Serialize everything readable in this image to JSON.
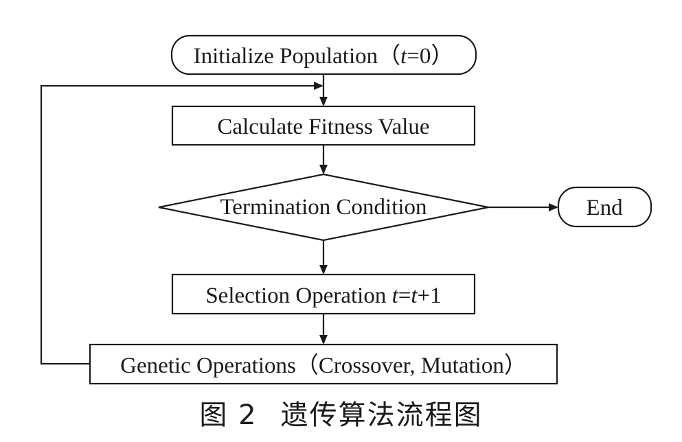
{
  "nodes": {
    "init": {
      "label": "Initialize Population（",
      "var": "t",
      "eq": "=",
      "val": "0",
      "close": "）"
    },
    "fitness": {
      "label": "Calculate Fitness Value"
    },
    "termination": {
      "label": "Termination Condition"
    },
    "end": {
      "label": "End"
    },
    "selection": {
      "label": "Selection Operation ",
      "t1": "t",
      "eq": "=",
      "t2": "t",
      "plus": "+",
      "one": "1"
    },
    "genetic": {
      "label": "Genetic Operations（Crossover, Mutation）"
    }
  },
  "caption": {
    "figure_label": "图 2",
    "title": "遗传算法流程图"
  }
}
